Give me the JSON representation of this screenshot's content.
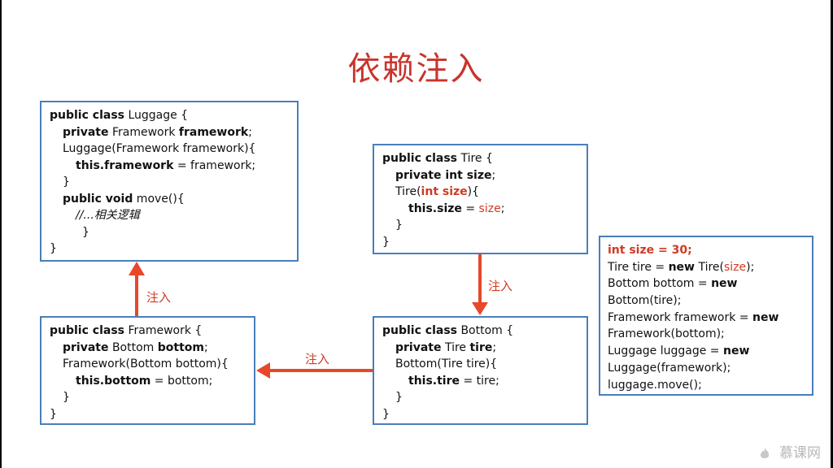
{
  "title": "依赖注入",
  "arrow_label": "注入",
  "watermark": "慕课网",
  "luggage": {
    "l1a": "public class",
    "l1b": " Luggage {",
    "l2a": "private",
    "l2b": " Framework ",
    "l2c": "framework",
    "l2d": ";",
    "l3": "Luggage(Framework framework){",
    "l4a": "this.framework",
    "l4b": " = framework;",
    "l5": "}",
    "l6a": "public void",
    "l6b": " move(){",
    "l7": "//...相关逻辑",
    "l8": "}",
    "l9": "}"
  },
  "framework": {
    "l1a": "public class",
    "l1b": " Framework {",
    "l2a": "private",
    "l2b": " Bottom ",
    "l2c": "bottom",
    "l2d": ";",
    "l3": "Framework(Bottom bottom){",
    "l4a": "this.bottom",
    "l4b": " = bottom;",
    "l5": "}",
    "l6": "}"
  },
  "tire": {
    "l1a": "public class",
    "l1b": " Tire {",
    "l2a": "private int size",
    "l2b": ";",
    "l3a": "Tire(",
    "l3b": "int size",
    "l3c": "){",
    "l4a": "this.size",
    "l4b": " = ",
    "l4c": "size",
    "l4d": ";",
    "l5": "}",
    "l6": "}"
  },
  "bottom": {
    "l1a": "public class",
    "l1b": " Bottom {",
    "l2a": "private",
    "l2b": " Tire ",
    "l2c": "tire",
    "l2d": ";",
    "l3": "Bottom(Tire tire){",
    "l4a": "this.tire",
    "l4b": " = tire;",
    "l5": "}",
    "l6": "}"
  },
  "main": {
    "l1": "int size = 30;",
    "l2a": "Tire tire = ",
    "l2b": "new",
    "l2c": " Tire(",
    "l2d": "size",
    "l2e": ");",
    "l3a": "Bottom bottom = ",
    "l3b": "new",
    "l4": "Bottom(tire);",
    "l5a": "Framework framework = ",
    "l5b": "new",
    "l6": "Framework(bottom);",
    "l7a": "Luggage luggage = ",
    "l7b": "new",
    "l8": "Luggage(framework);",
    "l9": "luggage.move();"
  },
  "colors": {
    "accent": "#d03a22",
    "border": "#4a7ebb",
    "title": "#c9342c"
  }
}
